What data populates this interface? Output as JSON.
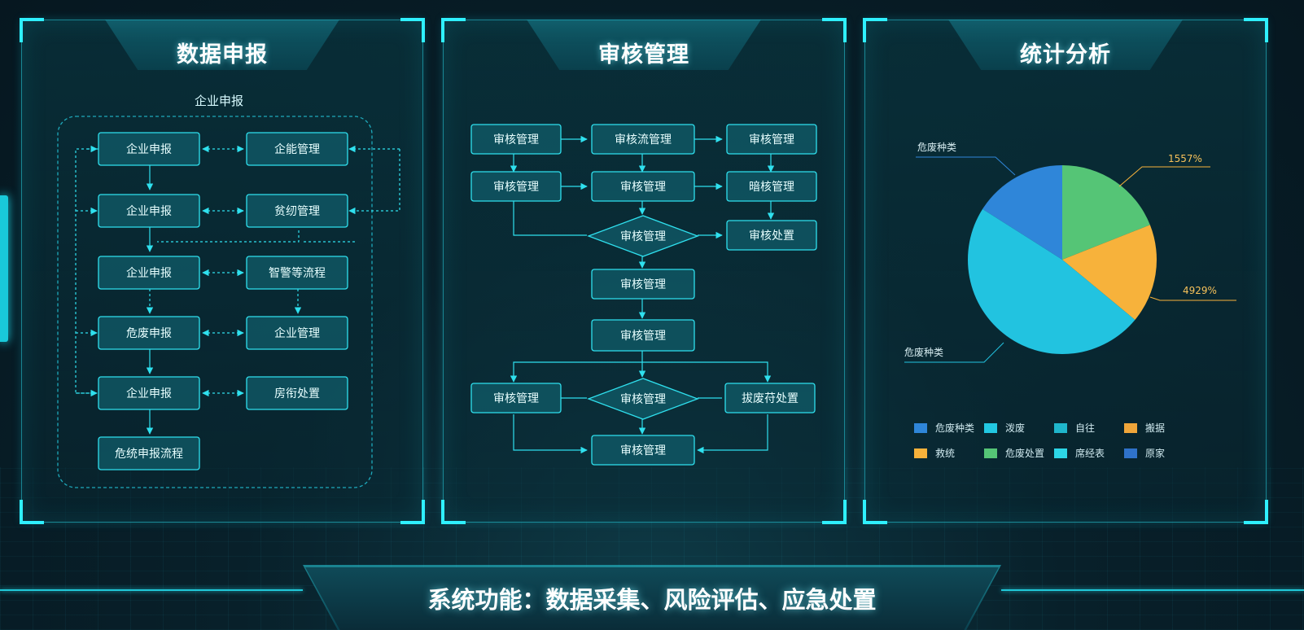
{
  "panels": [
    {
      "title": "数据申报",
      "subtitle": "企业申报"
    },
    {
      "title": "审核管理"
    },
    {
      "title": "统计分析"
    }
  ],
  "flow1": {
    "nodes": [
      "企业申报",
      "企能管理",
      "企业申报",
      "贫纫管理",
      "企业申报",
      "智警等流程",
      "危废申报",
      "企业管理",
      "企业申报",
      "房衔处置",
      "危统申报流程"
    ]
  },
  "flow2": {
    "nodes": [
      "审核管理",
      "审核流管理",
      "审核管理",
      "审核管理",
      "审核管理",
      "暗核管理",
      "审核管理",
      "审核处置",
      "审核管理",
      "审核管理",
      "审核管理",
      "审核管理",
      "拔废苻处置",
      "审核管理"
    ]
  },
  "chart_data": {
    "type": "pie",
    "slices": [
      {
        "label": "",
        "value": 16.0,
        "color": "#2f86d9"
      },
      {
        "label": "",
        "value": 19.0,
        "color": "#55c576"
      },
      {
        "label": "",
        "value": 17.0,
        "color": "#f7b23b"
      },
      {
        "label": "",
        "value": 48.0,
        "color": "#22c3e0"
      }
    ],
    "callouts": [
      "危废种类",
      "1557%",
      "4929%",
      "危废种类"
    ],
    "legend": [
      {
        "label": "危废种类",
        "color": "#2f86d9"
      },
      {
        "label": "泼废",
        "color": "#22c8e2"
      },
      {
        "label": "自往",
        "color": "#1fb6cc"
      },
      {
        "label": "搬据",
        "color": "#f0a63a"
      },
      {
        "label": "救统",
        "color": "#f7b23b"
      },
      {
        "label": "危废处置",
        "color": "#55c576"
      },
      {
        "label": "席经表",
        "color": "#2dd6e6"
      },
      {
        "label": "原家",
        "color": "#2f72c9"
      }
    ]
  },
  "footer": {
    "text": "系统功能：数据采集、风险评估、应急处置"
  }
}
